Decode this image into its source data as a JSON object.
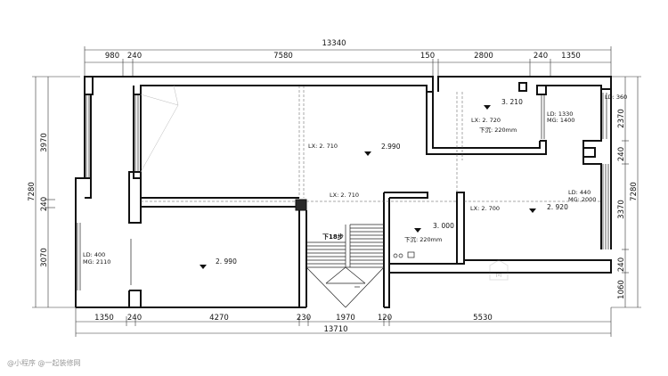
{
  "dimensions": {
    "top_total": "13340",
    "top_segments": [
      "980",
      "240",
      "7580",
      "150",
      "2800",
      "240",
      "1350"
    ],
    "bottom_segments": [
      "1350",
      "240",
      "4270",
      "230",
      "1970",
      "120",
      "5530"
    ],
    "bottom_total": "13710",
    "left_outer": "7280",
    "left_segments": [
      "3970",
      "240",
      "3070"
    ],
    "right_outer": "7280",
    "right_segments": [
      "2370",
      "240",
      "3370",
      "240",
      "1060"
    ]
  },
  "rooms": {
    "main_level": "2.990",
    "main_lx": "LX: 2. 710",
    "corridor_lx": "LX: 2. 710",
    "top_right_level": "3. 210",
    "top_right_lx": "LX: 2. 720",
    "top_right_sunken": "下沉: 220mm",
    "right_level": "2. 920",
    "right_lx": "LX: 2. 700",
    "bath_level": "3. 000",
    "bath_sunken": "下沉: 220mm",
    "left_bottom_level": "2. 990",
    "stairs_label": "下18步"
  },
  "openings": {
    "left_window_ld": "LD: 400",
    "left_window_mg": "MG: 2110",
    "top_right_window_ld": "LD: 1330",
    "top_right_window_mg": "MG: 1400",
    "right_window_ld": "LD: 440",
    "right_window_mg": "MG: 2000",
    "top_right_corner_ld": "LD: 360"
  },
  "watermark": "@小程序 @一起装修网"
}
